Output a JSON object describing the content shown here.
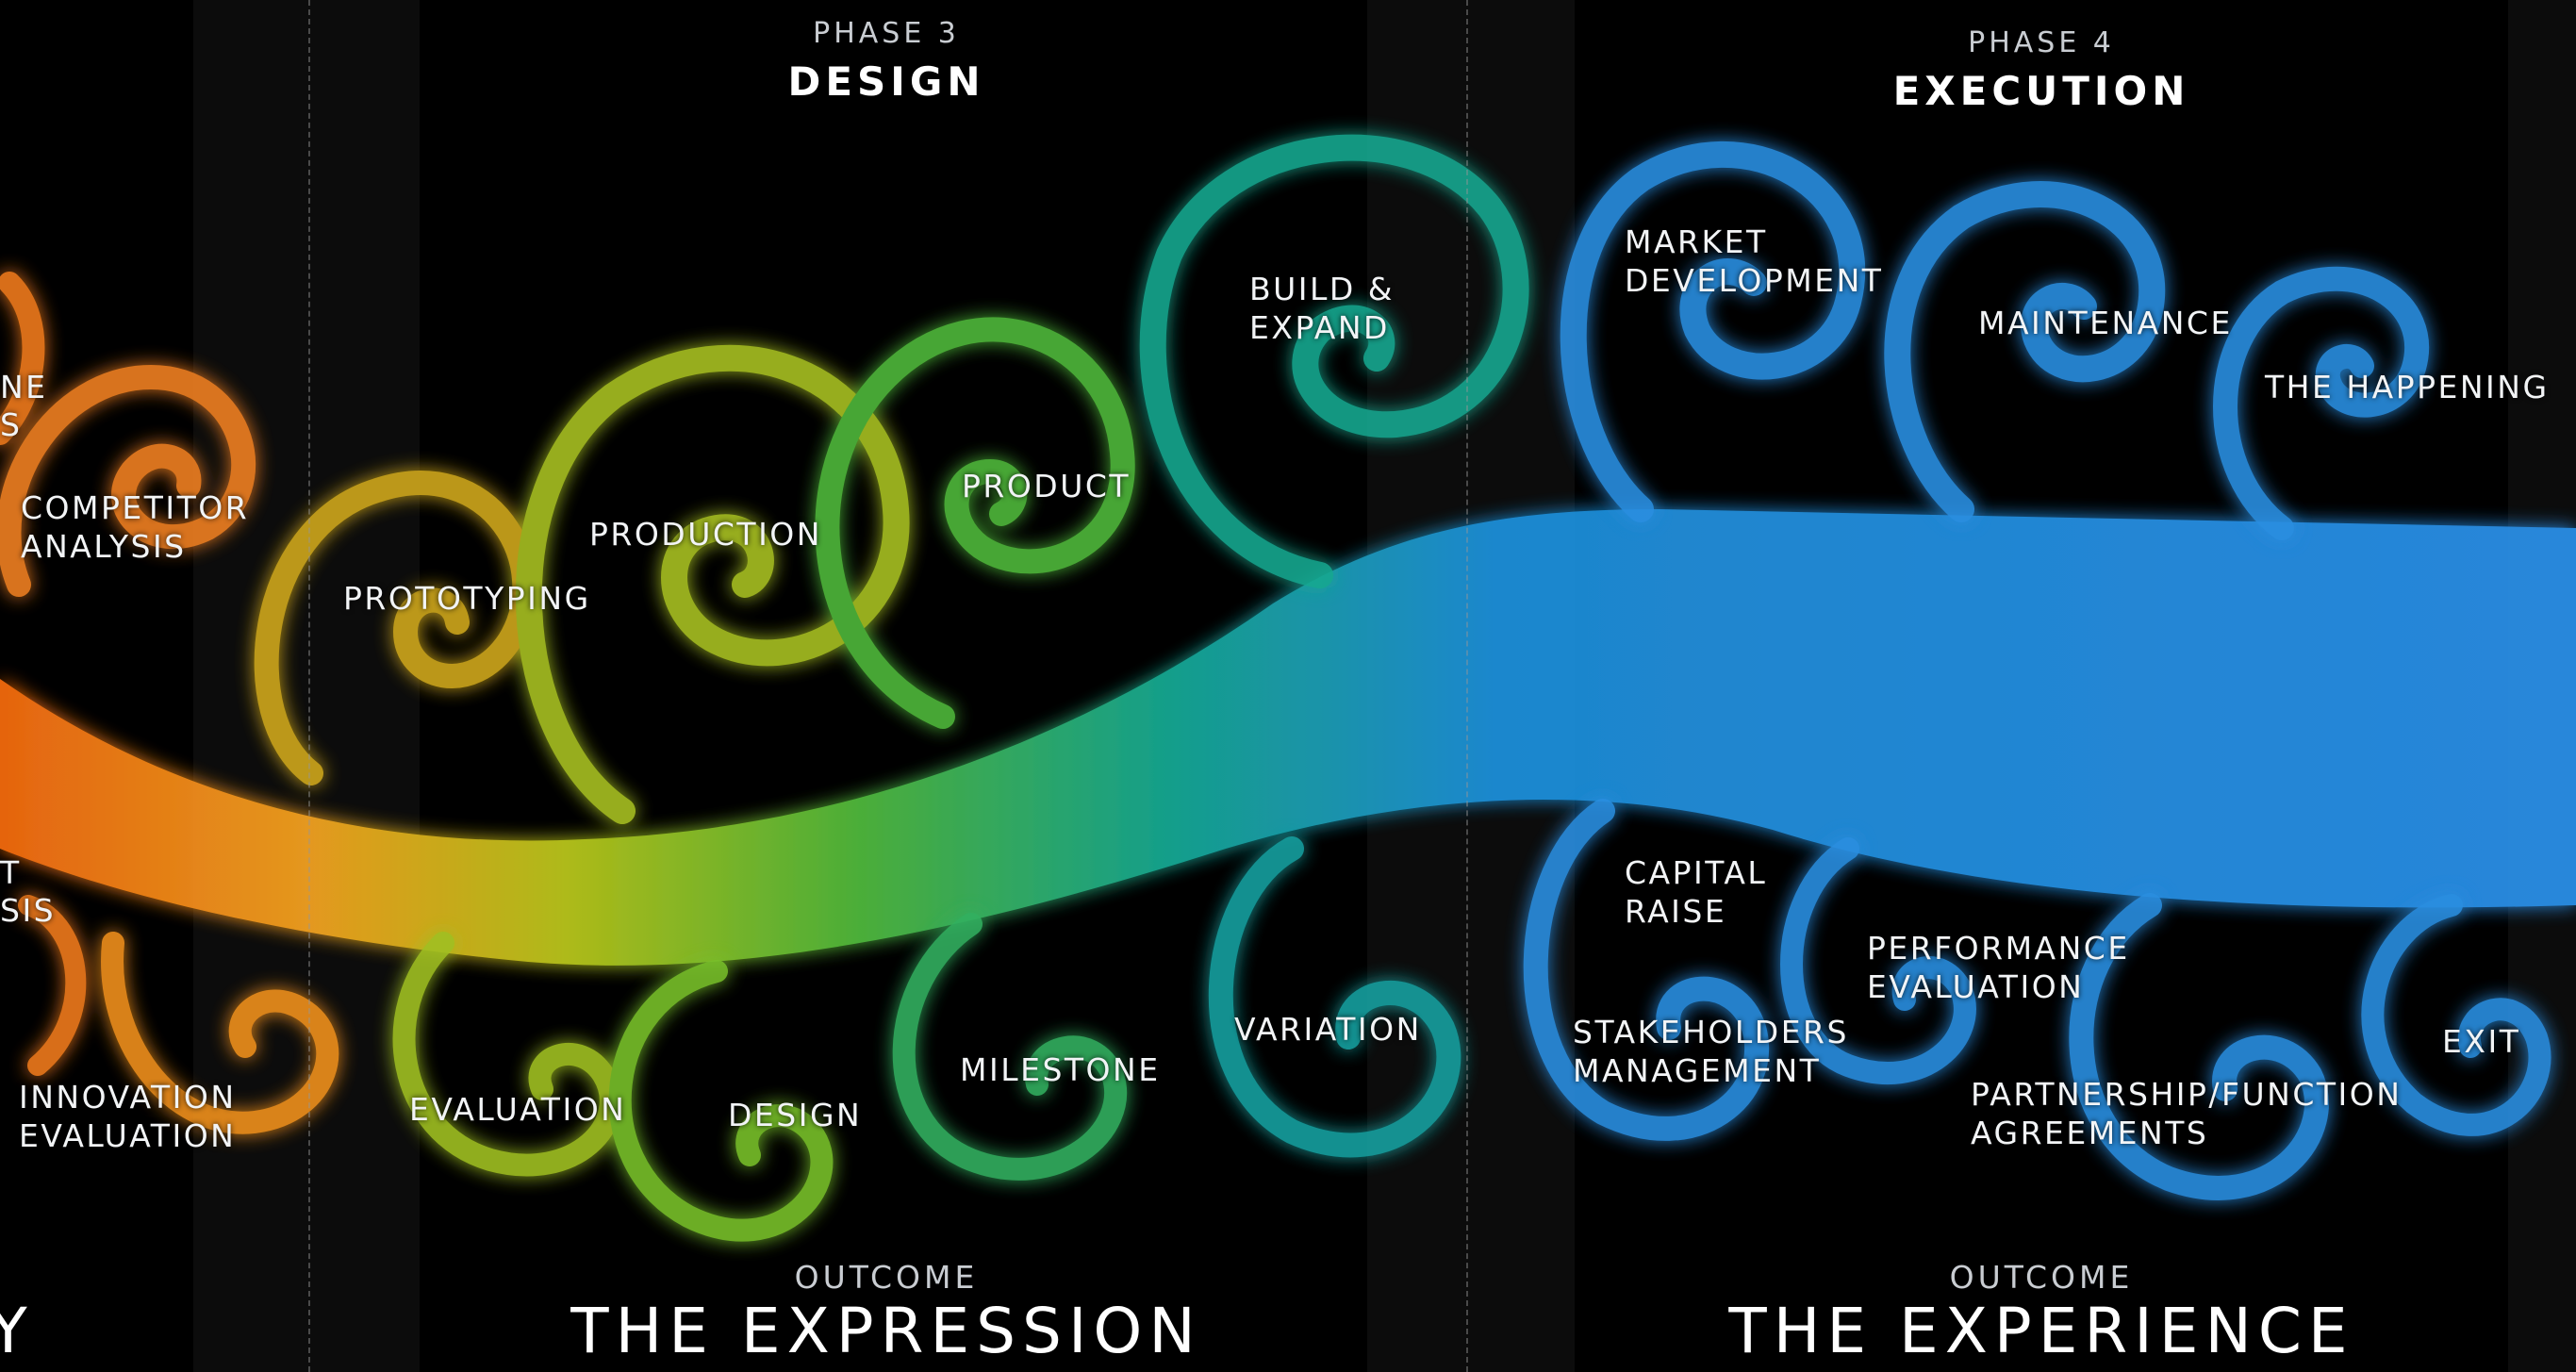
{
  "phases": [
    {
      "phase_label": "PHASE 3",
      "phase_name": "DESIGN",
      "outcome_label": "OUTCOME",
      "outcome_title": "THE EXPRESSION"
    },
    {
      "phase_label": "PHASE 4",
      "phase_name": "EXECUTION",
      "outcome_label": "OUTCOME",
      "outcome_title": "THE EXPERIENCE"
    }
  ],
  "partial_left": {
    "top_fragment_1": "NE",
    "top_fragment_2": "S",
    "mid_fragment_1": "T",
    "mid_fragment_2": "SIS",
    "bottom_title_fragment": "Y"
  },
  "labels": {
    "competitor_analysis": "COMPETITOR\nANALYSIS",
    "innovation_evaluation": "INNOVATION\nEVALUATION",
    "prototyping": "PROTOTYPING",
    "production": "PRODUCTION",
    "product": "PRODUCT",
    "build_expand": "BUILD &\nEXPAND",
    "evaluation": "EVALUATION",
    "design": "DESIGN",
    "milestone": "MILESTONE",
    "variation": "VARIATION",
    "market_development": "MARKET\nDEVELOPMENT",
    "maintenance": "MAINTENANCE",
    "the_happening": "THE HAPPENING",
    "capital_raise": "CAPITAL\nRAISE",
    "performance_evaluation": "PERFORMANCE\nEVALUATION",
    "stakeholders_management": "STAKEHOLDERS\nMANAGEMENT",
    "exit": "EXIT",
    "partnership_agreements": "PARTNERSHIP/FUNCTION\nAGREEMENTS"
  },
  "colors": {
    "background": "#000000",
    "orange": "#f07a1c",
    "yellow_green": "#a8c41c",
    "green": "#3cb43c",
    "teal": "#14a08c",
    "blue": "#2a8ee0"
  }
}
